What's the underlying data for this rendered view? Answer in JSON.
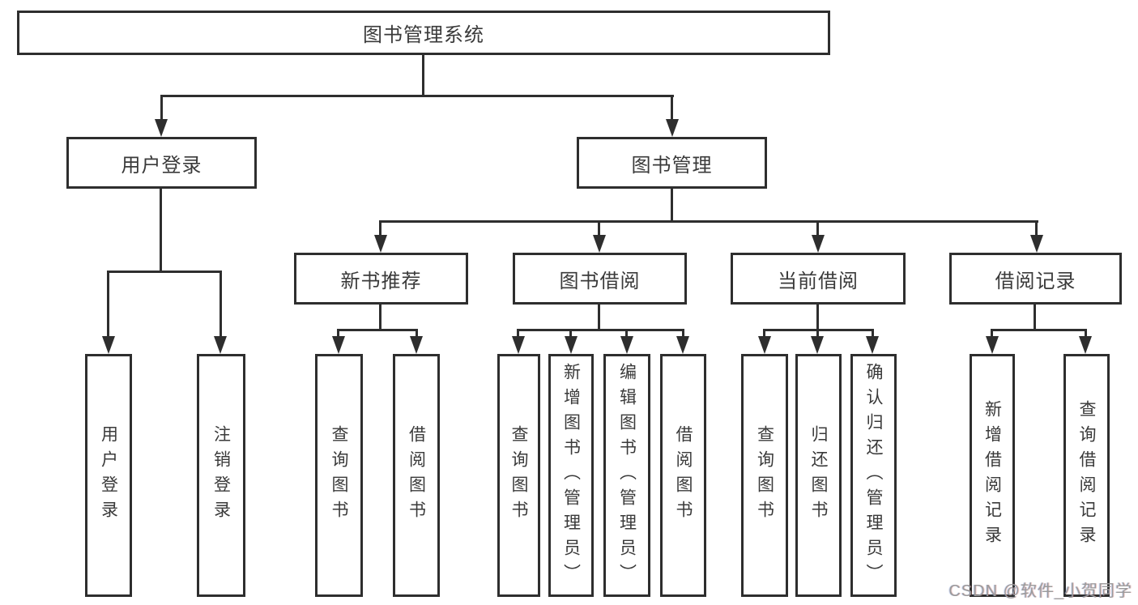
{
  "diagram": {
    "root": {
      "label": "图书管理系统"
    },
    "user_login": {
      "label": "用户登录",
      "children": [
        {
          "label": "用户登录"
        },
        {
          "label": "注销登录"
        }
      ]
    },
    "book_mgmt": {
      "label": "图书管理",
      "children": [
        {
          "label": "新书推荐",
          "children": [
            {
              "label": "查询图书"
            },
            {
              "label": "借阅图书"
            }
          ]
        },
        {
          "label": "图书借阅",
          "children": [
            {
              "label": "查询图书"
            },
            {
              "label": "新增图书（管理员）"
            },
            {
              "label": "编辑图书（管理员）"
            },
            {
              "label": "借阅图书"
            }
          ]
        },
        {
          "label": "当前借阅",
          "children": [
            {
              "label": "查询图书"
            },
            {
              "label": "归还图书"
            },
            {
              "label": "确认归还（管理员）"
            }
          ]
        },
        {
          "label": "借阅记录",
          "children": [
            {
              "label": "新增借阅记录"
            },
            {
              "label": "查询借阅记录"
            }
          ]
        }
      ]
    },
    "watermark": "CSDN @软件_小贺同学",
    "colors": {
      "line": "#2e2e2e",
      "text": "#3a3a3a",
      "watermark": "#9b9b9b",
      "background": "#ffffff"
    }
  }
}
